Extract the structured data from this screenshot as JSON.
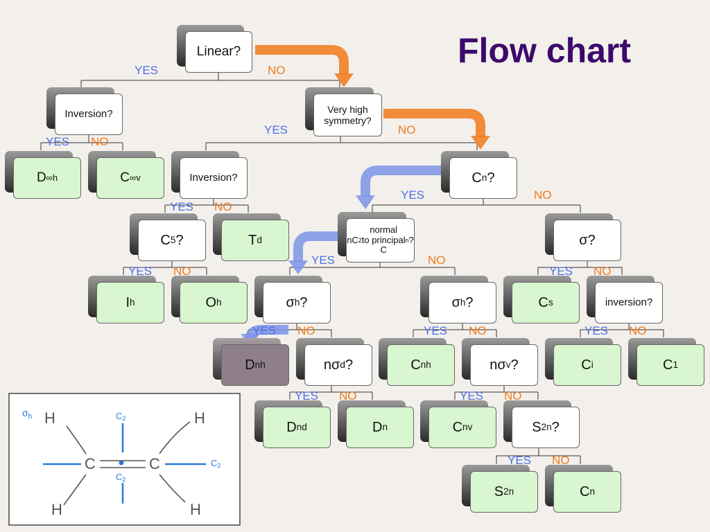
{
  "title": "Flow chart",
  "colors": {
    "yes": "#4c6fe6",
    "no": "#f07a1c",
    "title": "#3d0a6a",
    "leaf_fill": "#d8f6cf",
    "highlight_fill": "#8e7f88"
  },
  "nodes": {
    "linear": "Linear?",
    "inversion_top": "Inversion?",
    "very_high_symmetry": "Very high symmetry?",
    "d_inf_h": "D∞h",
    "c_inf_v": "C∞v",
    "inversion_mid": "Inversion?",
    "cn": "Cn?",
    "c5": "C5?",
    "td": "Td",
    "nc2": "nC2 normal to principal Cn?",
    "sigma": "σ?",
    "ih": "Ih",
    "oh": "Oh",
    "sigma_h_left": "σh?",
    "sigma_h_right": "σh?",
    "cs": "Cs",
    "inversion_right": "inversion?",
    "dnh": "Dnh",
    "n_sigma_d": "nσd?",
    "cnh": "Cnh",
    "n_sigma_v": "nσv?",
    "ci": "Ci",
    "c1": "C1",
    "dnd": "Dnd",
    "dn": "Dn",
    "cnv": "Cnv",
    "s2n_q": "S2n?",
    "s2n": "S2n",
    "cn_final": "Cn"
  },
  "answers": {
    "yes": "YES",
    "no": "NO"
  },
  "sketch_labels": {
    "sigma_h": "σh",
    "c2": "C2",
    "h": "H",
    "c": "C"
  }
}
